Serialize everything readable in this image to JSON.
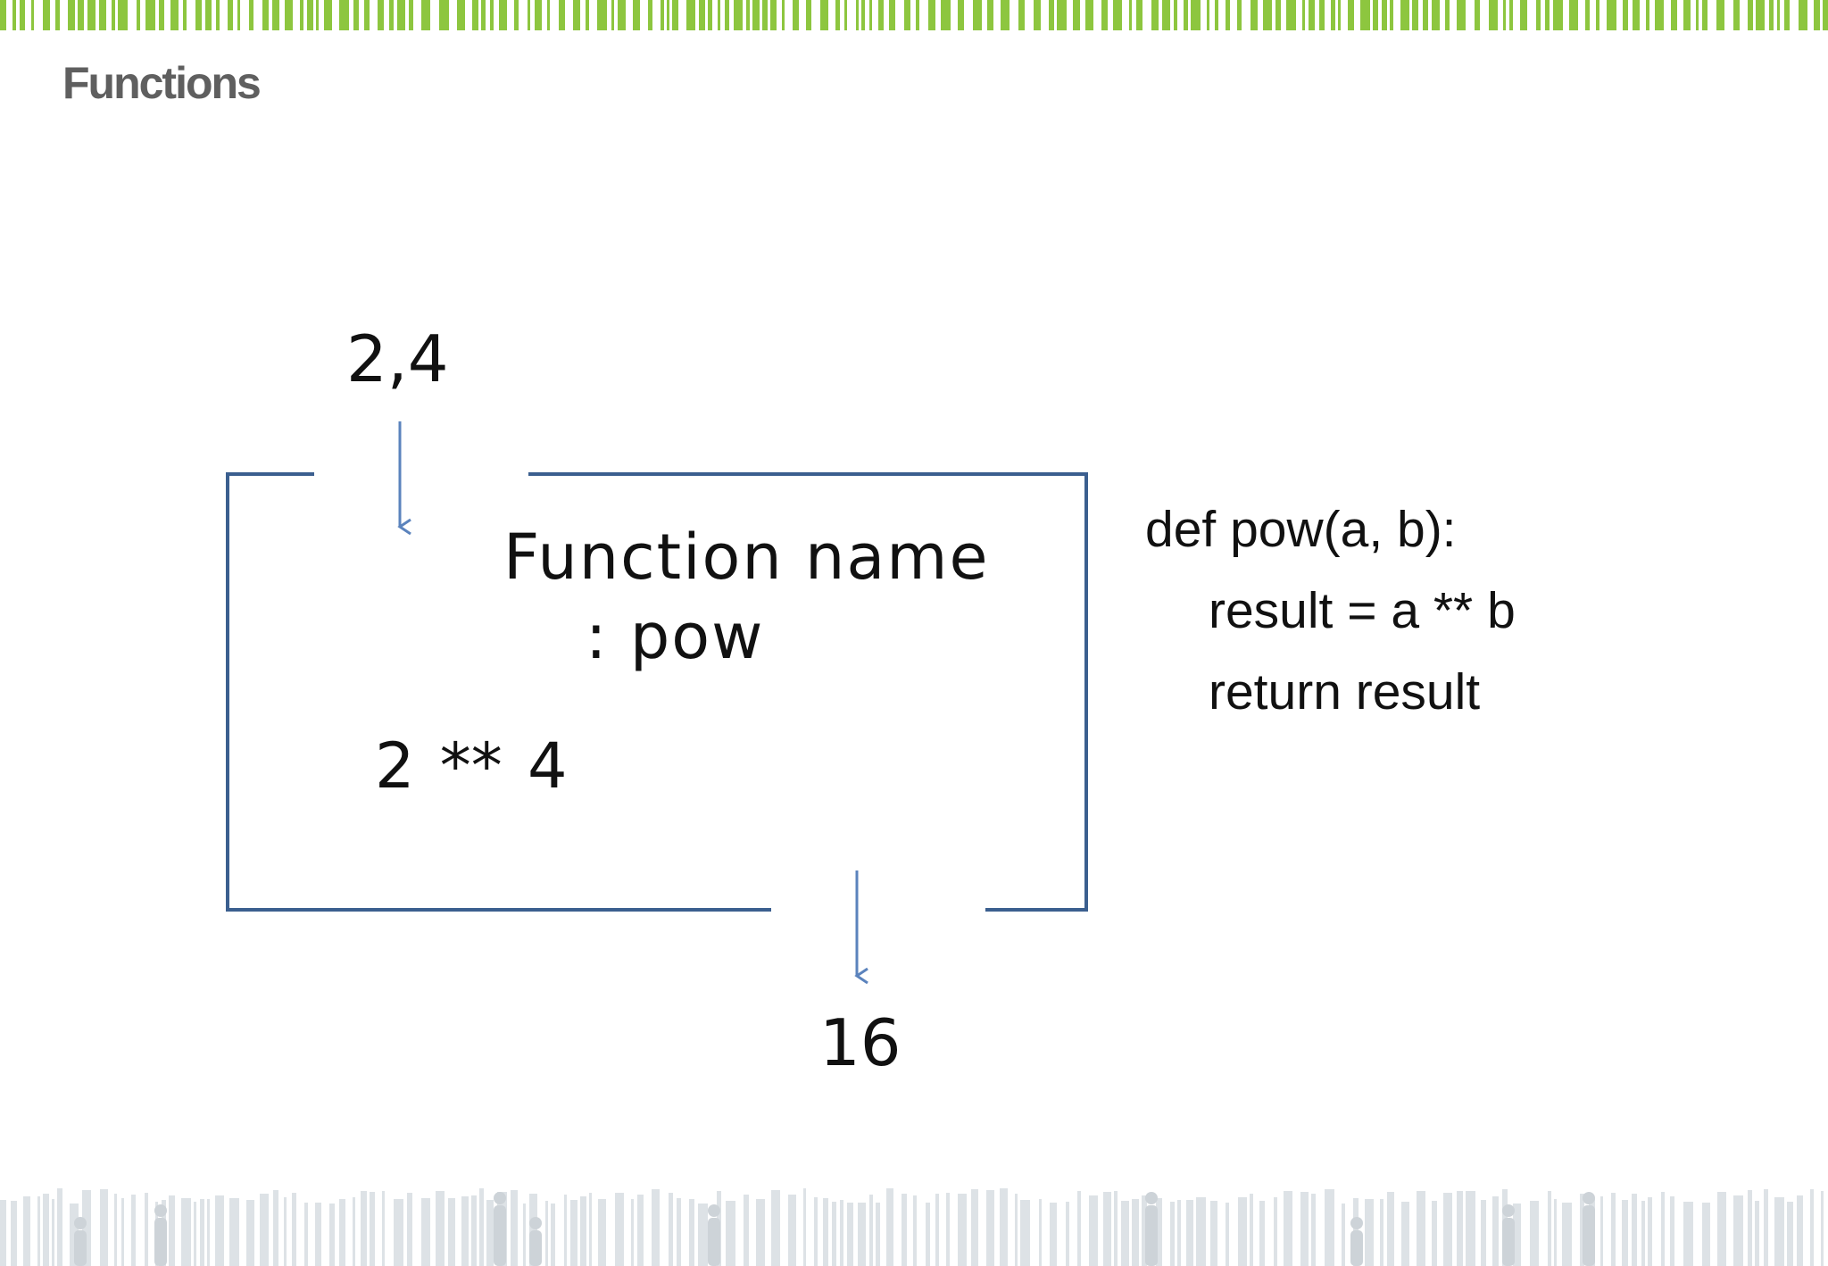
{
  "slide": {
    "title": "Functions"
  },
  "diagram": {
    "input": "2,4",
    "function_name_line1": "Function name",
    "function_name_line2": ": pow",
    "expression": "2 ** 4",
    "output": "16"
  },
  "code": {
    "lines": [
      "def pow(a, b):",
      "result = a ** b",
      "return result"
    ]
  },
  "colors": {
    "accent_green": "#8dc63f",
    "box_stroke": "#3b5f8f",
    "arrow": "#5b83bd",
    "band_gray": "#dde2e6",
    "title_gray": "#5f5f5f"
  }
}
